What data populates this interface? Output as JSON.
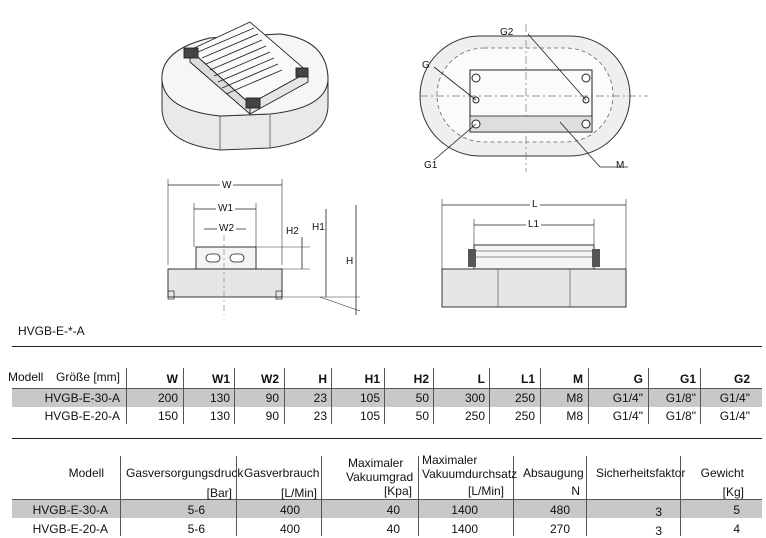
{
  "caption": "HVGB-E-*-A",
  "drawing_labels": {
    "W": "W",
    "W1": "W1",
    "W2": "W2",
    "H": "H",
    "H1": "H1",
    "H2": "H2",
    "L": "L",
    "L1": "L1",
    "G": "G",
    "G1": "G1",
    "G2": "G2",
    "M": "M"
  },
  "table1": {
    "model_header": "Modell",
    "size_header": "Größe [mm]",
    "columns": [
      "W",
      "W1",
      "W2",
      "H",
      "H1",
      "H2",
      "L",
      "L1",
      "M",
      "G",
      "G1",
      "G2"
    ],
    "rows": [
      {
        "model": "HVGB-E-30-A",
        "values": [
          "200",
          "130",
          "90",
          "23",
          "105",
          "50",
          "300",
          "250",
          "M8",
          "G1/4\"",
          "G1/8\"",
          "G1/4\""
        ]
      },
      {
        "model": "HVGB-E-20-A",
        "values": [
          "150",
          "130",
          "90",
          "23",
          "105",
          "50",
          "250",
          "250",
          "M8",
          "G1/4\"",
          "G1/8\"",
          "G1/4\""
        ]
      }
    ]
  },
  "table2": {
    "headers": [
      {
        "l1": "Modell",
        "l2": ""
      },
      {
        "l1": "Gasversorgungsdruck",
        "l2": "[Bar]"
      },
      {
        "l1": "Gasverbrauch",
        "l2": "[L/Min]"
      },
      {
        "l1": "Maximaler",
        "l1b": "Vakuumgrad",
        "l2": "[Kpa]"
      },
      {
        "l1": "Maximaler",
        "l1b": "Vakuumdurchsatz",
        "l2": "[L/Min]"
      },
      {
        "l1": "Absaugung",
        "l2": "N"
      },
      {
        "l1": "Sicherheitsfaktor",
        "l2": ""
      },
      {
        "l1": "Gewicht",
        "l2": "[Kg]"
      }
    ],
    "rows": [
      {
        "model": "HVGB-E-30-A",
        "values": [
          "5-6",
          "400",
          "40",
          "1400",
          "480",
          "3",
          "5"
        ]
      },
      {
        "model": "HVGB-E-20-A",
        "values": [
          "5-6",
          "400",
          "40",
          "1400",
          "270",
          "3",
          "4"
        ]
      }
    ]
  }
}
